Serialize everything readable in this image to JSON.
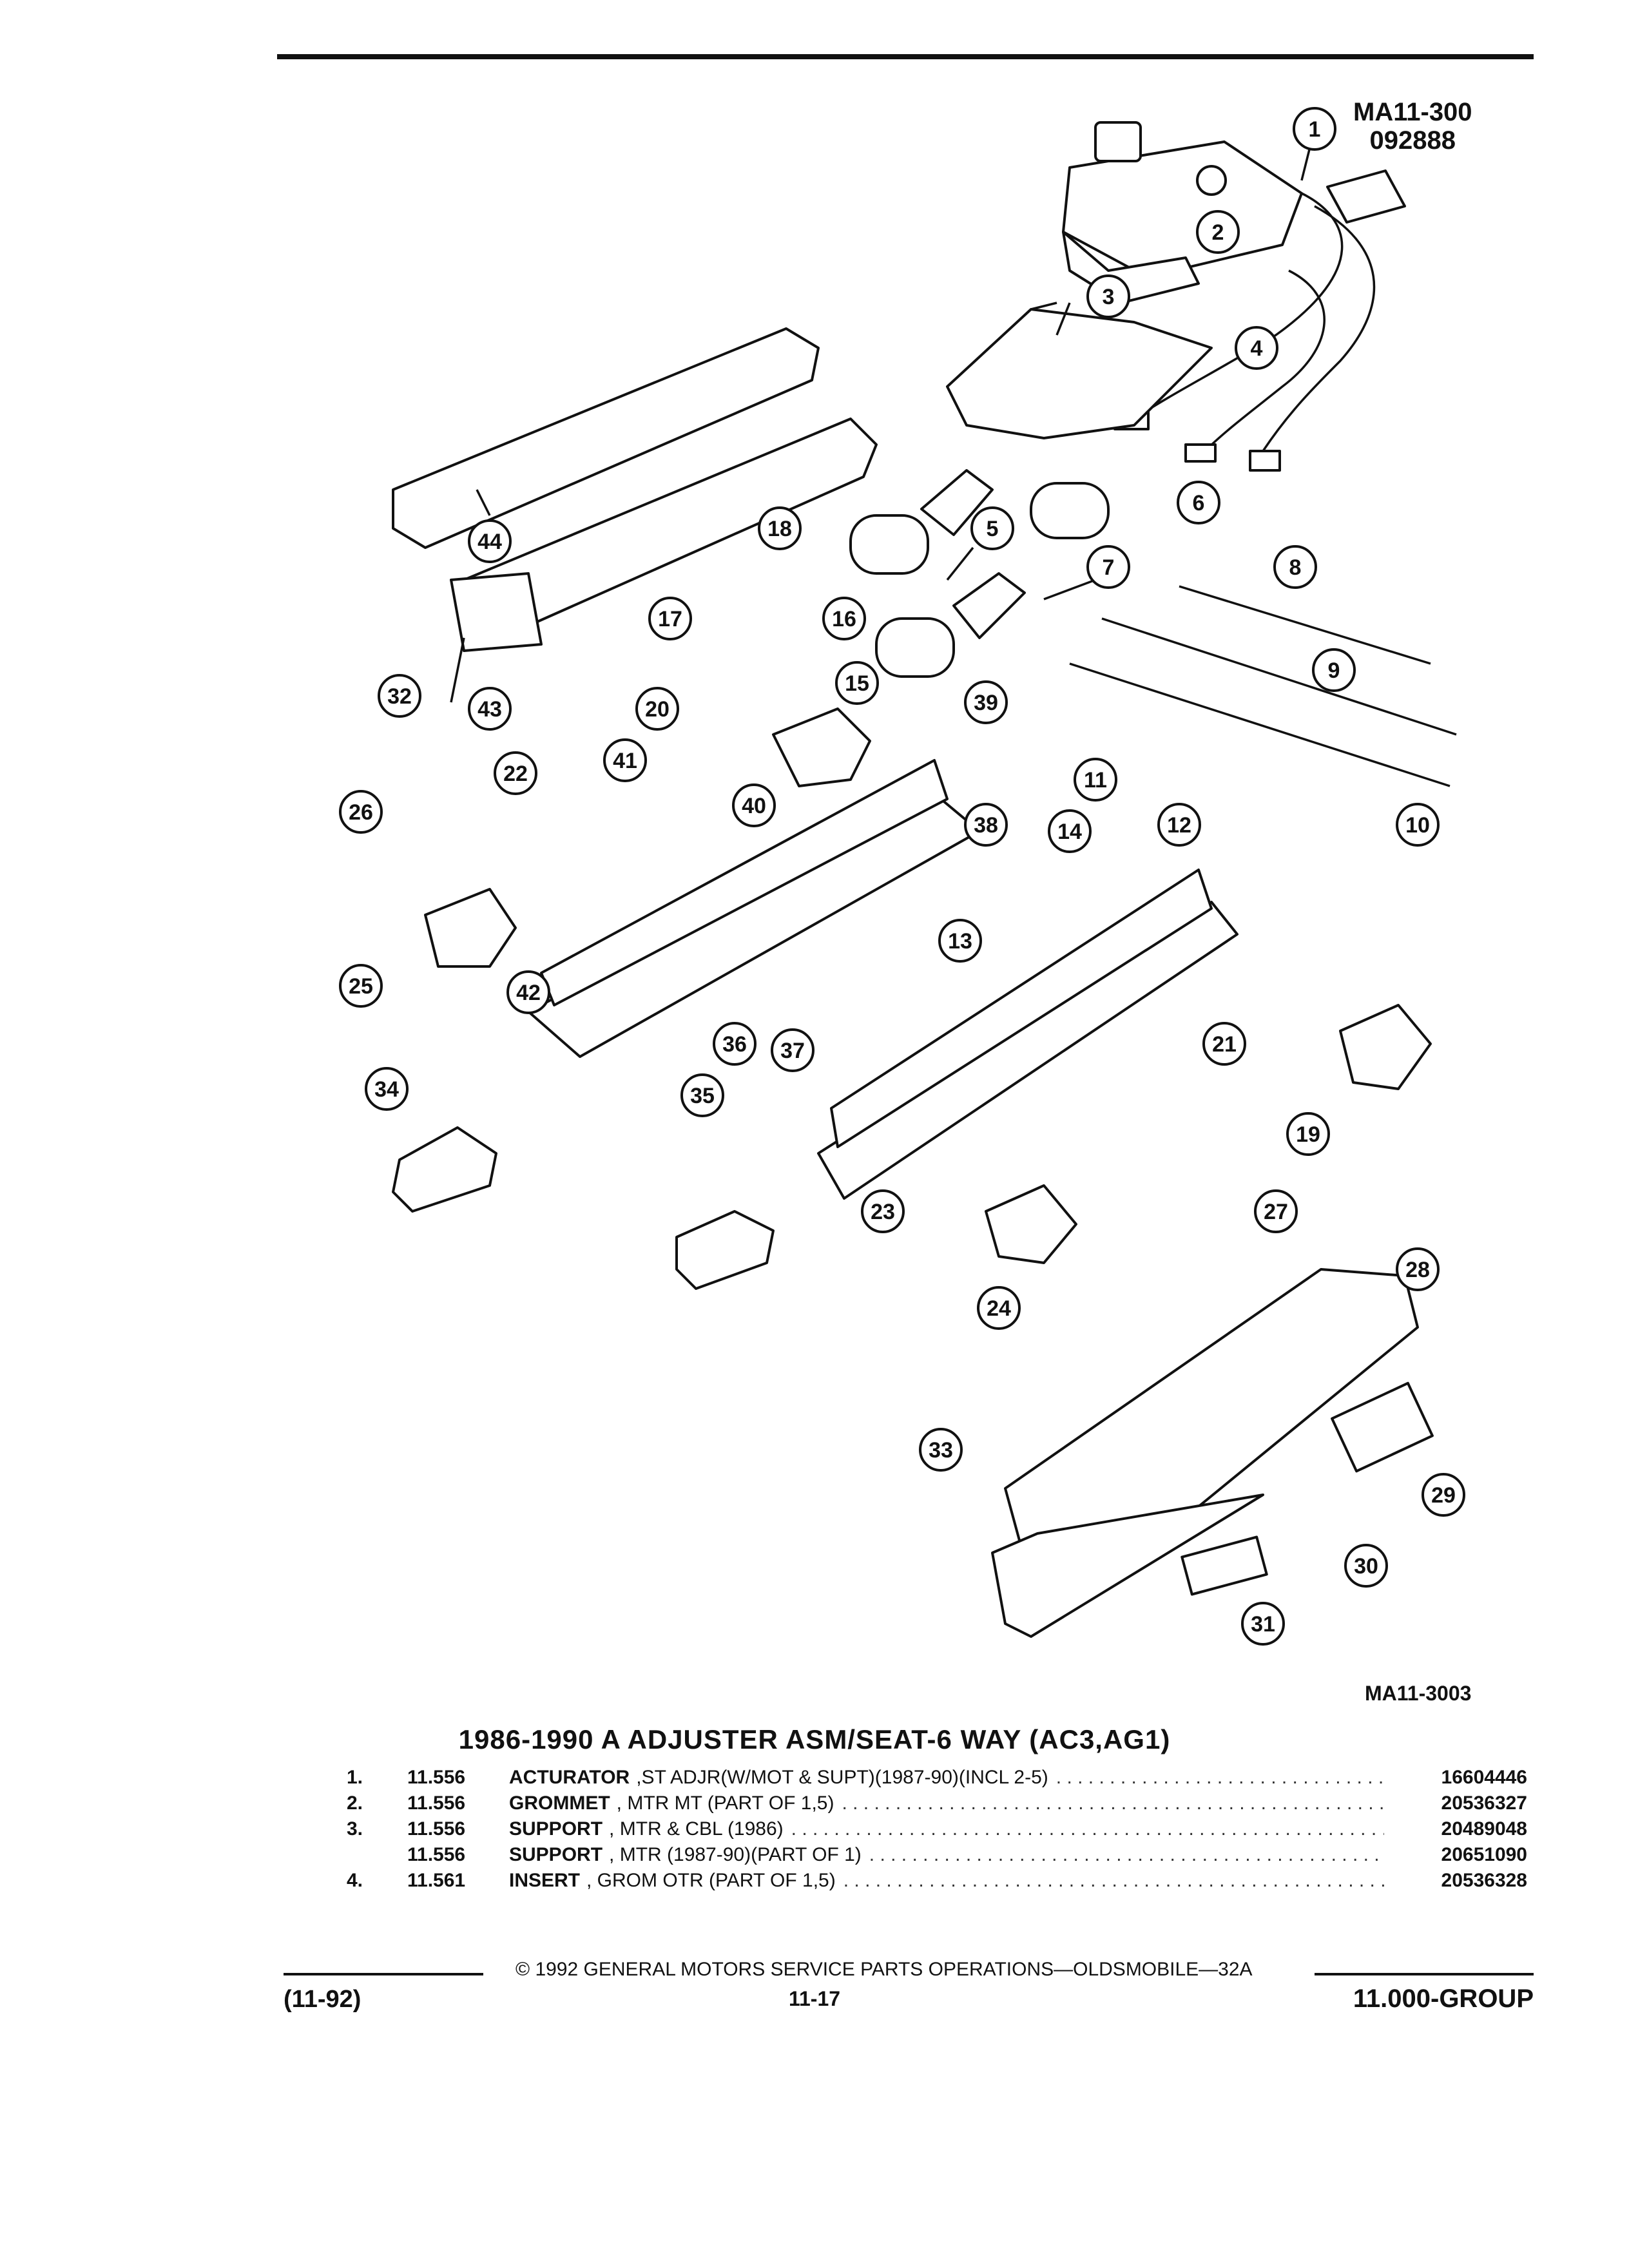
{
  "figure": {
    "id_line1": "MA11-300",
    "id_line2": "092888",
    "code": "MA11-3003"
  },
  "callouts": [
    "1",
    "2",
    "3",
    "4",
    "5",
    "6",
    "7",
    "8",
    "9",
    "10",
    "11",
    "12",
    "13",
    "14",
    "15",
    "16",
    "17",
    "18",
    "19",
    "20",
    "21",
    "22",
    "23",
    "24",
    "25",
    "26",
    "27",
    "28",
    "29",
    "30",
    "31",
    "32",
    "33",
    "34",
    "35",
    "36",
    "37",
    "38",
    "39",
    "40",
    "41",
    "42",
    "43",
    "44"
  ],
  "title": "1986-1990 A ADJUSTER ASM/SEAT-6 WAY (AC3,AG1)",
  "parts": [
    {
      "num": "1.",
      "code": "11.556",
      "name": "ACTURATOR",
      "desc": ",ST ADJR(W/MOT & SUPT)(1987-90)(INCL 2-5)",
      "pn": "16604446"
    },
    {
      "num": "2.",
      "code": "11.556",
      "name": "GROMMET",
      "desc": ", MTR MT (PART OF 1,5)",
      "pn": "20536327"
    },
    {
      "num": "3.",
      "code": "11.556",
      "name": "SUPPORT",
      "desc": ", MTR & CBL (1986)",
      "pn": "20489048"
    },
    {
      "num": "",
      "code": "11.556",
      "name": "SUPPORT",
      "desc": ", MTR (1987-90)(PART OF 1)",
      "pn": "20651090"
    },
    {
      "num": "4.",
      "code": "11.561",
      "name": "INSERT",
      "desc": ", GROM OTR (PART OF 1,5)",
      "pn": "20536328"
    }
  ],
  "footer": {
    "copyright": "© 1992 GENERAL MOTORS SERVICE PARTS OPERATIONS—OLDSMOBILE—32A",
    "date_code": "(11-92)",
    "page": "11-17",
    "group": "11.000-GROUP"
  }
}
